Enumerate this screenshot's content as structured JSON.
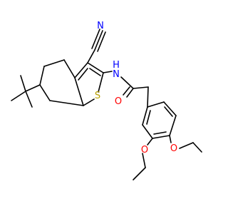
{
  "structure": {
    "atom_labels": [
      {
        "id": "N1",
        "text": "N",
        "color": "#0000ff"
      },
      {
        "id": "N2",
        "text": "N",
        "color": "#0000ff"
      },
      {
        "id": "H",
        "text": "H",
        "color": "#0000ff"
      },
      {
        "id": "S",
        "text": "S",
        "color": "#b8a000"
      },
      {
        "id": "O1",
        "text": "O",
        "color": "#ff0000"
      },
      {
        "id": "O2",
        "text": "O",
        "color": "#ff0000"
      },
      {
        "id": "O3",
        "text": "O",
        "color": "#ff0000"
      }
    ],
    "colors": {
      "bond": "#000000",
      "nitrogen": "#0000ff",
      "sulfur": "#b8a000",
      "oxygen": "#ff0000",
      "background": "#ffffff"
    }
  }
}
